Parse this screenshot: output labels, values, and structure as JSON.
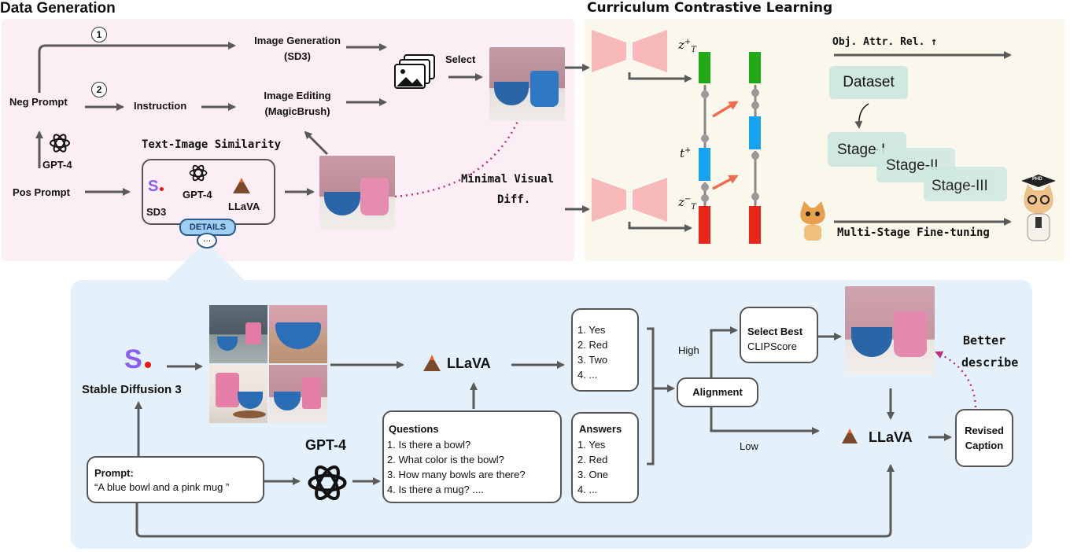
{
  "titles": {
    "data_generation": "Data Generation",
    "curriculum": "Curriculum Contrastive Learning"
  },
  "top_left": {
    "step1": "1",
    "step2": "2",
    "image_generation": "Image Generation",
    "sd3_paren": "(SD3)",
    "image_editing": "Image Editing",
    "magicbrush_paren": "(MagicBrush)",
    "neg_prompt": "Neg Prompt",
    "instruction": "Instruction",
    "select": "Select",
    "gpt4": "GPT-4",
    "pos_prompt": "Pos Prompt",
    "text_image_similarity": "Text-Image Similarity",
    "sim_sd3": "SD3",
    "sim_gpt4": "GPT-4",
    "sim_llava": "LLaVA",
    "details": "DETAILS",
    "details_dots": "…",
    "minimal_visual": "Minimal Visual",
    "diff": "Diff."
  },
  "top_right": {
    "z_pos": "z",
    "z_pos_sup": "+",
    "z_pos_sub": "T",
    "t_pos": "t",
    "t_pos_sup": "+",
    "z_neg": "z",
    "z_neg_sup": "−",
    "z_neg_sub": "T",
    "obj_attr_rel": "Obj. Attr. Rel. ↑",
    "dataset": "Dataset",
    "stage1": "Stage-I",
    "stage2": "Stage-II",
    "stage3": "Stage-III",
    "multi_stage": "Multi-Stage Fine-tuning",
    "phd_cap": "PHD"
  },
  "bottom": {
    "sd_name": "Stable Diffusion 3",
    "llava_mid": "LLaVA",
    "gpt4_big": "GPT-4",
    "prompt_label": "Prompt:",
    "prompt_text": "“A blue bowl and a pink mug ”",
    "questions_title": "Questions",
    "questions": [
      "1.  Is there a bowl?",
      "2.  What color is the bowl?",
      "3.  How many bowls are there?",
      "4. Is there a mug? ...."
    ],
    "llava_answers": [
      "1.  Yes",
      "2.  Red",
      "3.  Two",
      "4.  ..."
    ],
    "answers_title": "Answers",
    "answers": [
      "1.  Yes",
      "2.  Red",
      "3.  One",
      "4.  ..."
    ],
    "alignment": "Alignment",
    "high": "High",
    "low": "Low",
    "select_best": "Select Best",
    "clipscore": "CLIPScore",
    "better": "Better",
    "describe": "describe",
    "llava_right": "LLaVA",
    "revised": "Revised",
    "caption": "Caption"
  },
  "colors": {
    "arrow": "#5a5a5a",
    "green": "#1faa16",
    "blue": "#17a3ef",
    "red": "#e8261a",
    "pink_encoder": "#f6b8b8",
    "teal_stage": "#cfe8e2",
    "dotted": "#c0307a"
  }
}
